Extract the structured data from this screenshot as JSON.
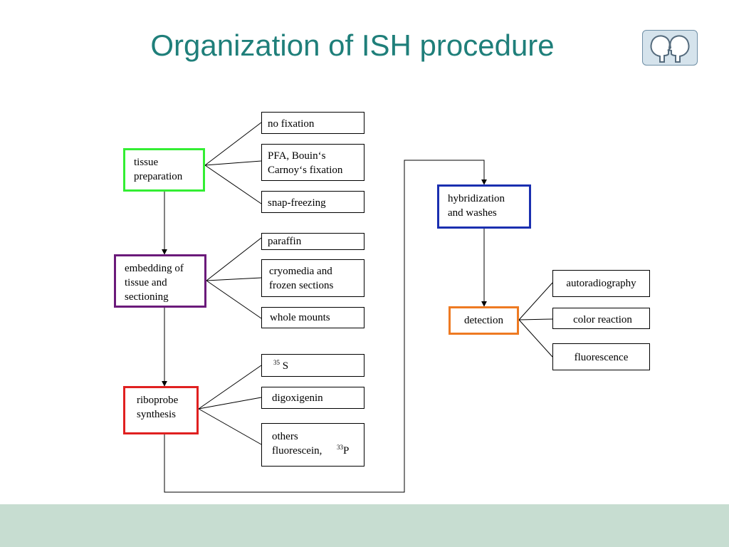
{
  "title": "Organization of ISH procedure",
  "logo": {
    "icon": "two-heads-logo-icon",
    "frame_color": "#6f8fa6",
    "fill_color": "#d5e3ec"
  },
  "colors": {
    "title": "#1f7f7a",
    "footer": "#c7ddd1",
    "tissue_preparation": "#33ee33",
    "embedding": "#6b1a7a",
    "riboprobe": "#e02020",
    "hybridization": "#1a2fb0",
    "detection": "#ee7a22"
  },
  "steps": {
    "tissue_preparation": "tissue\npreparation",
    "embedding": "embedding of\ntissue and\nsectioning",
    "riboprobe": "riboprobe\nsynthesis",
    "hybridization": "hybridization\nand washes",
    "detection": "detection"
  },
  "options": {
    "fixation": [
      "no fixation",
      "PFA, Bouin‘s\nCarnoy‘s fixation",
      "snap-freezing"
    ],
    "embedding": [
      "paraffin",
      "cryomedia and\nfrozen sections",
      "whole mounts"
    ],
    "labels": {
      "s35_superscript": "35",
      "s35_symbol": "S",
      "digoxigenin": "digoxigenin",
      "others": "others\nfluorescein,",
      "p33_superscript": "33",
      "p33_symbol": "P"
    },
    "detection": [
      "autoradiography",
      "color reaction",
      "fluorescence"
    ]
  }
}
